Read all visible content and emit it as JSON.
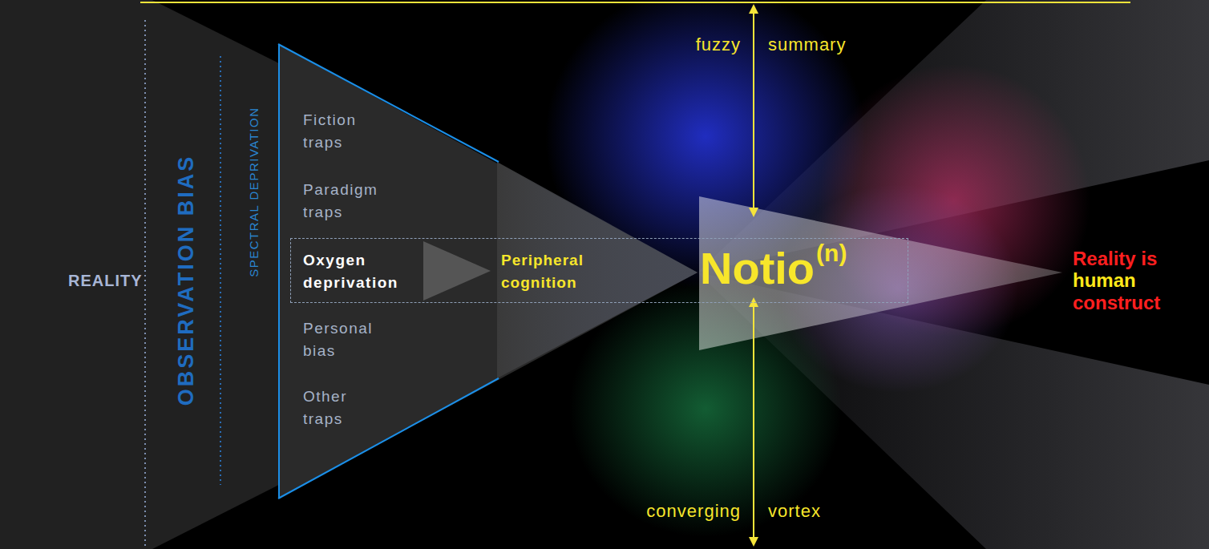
{
  "diagram": {
    "nodes": [
      {
        "text": [
          "Fiction traps",
          "Paradigm traps",
          "Personal bias",
          "Other traps"
        ]
      },
      {
        "text": [
          "Oxygen deprivation",
          "Peripheral cognition",
          "Notio",
          "(n)"
        ]
      }
    ],
    "labels": [
      "REALITY",
      "OBSERVATION BIAS",
      "SPECTRAL DEPRIVATION",
      "fuzzy",
      "summary",
      "converging",
      "vortex",
      "Reality is",
      "human",
      "construct"
    ]
  }
}
